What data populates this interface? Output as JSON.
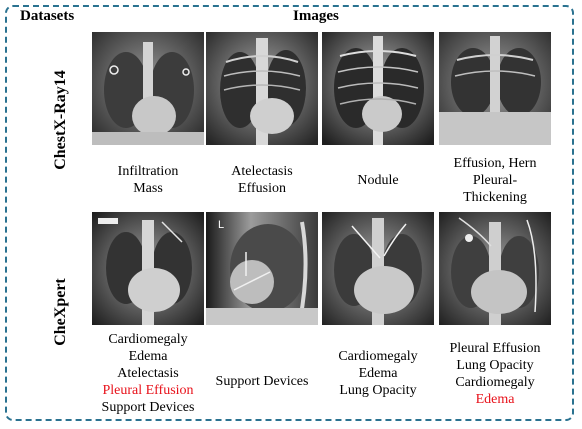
{
  "headers": {
    "datasets": "Datasets",
    "images": "Images"
  },
  "rows": [
    {
      "label": "ChestX-Ray14",
      "cells": [
        {
          "lines": [
            {
              "text": "Infiltration",
              "color": "#000000"
            },
            {
              "text": "Mass",
              "color": "#000000"
            }
          ]
        },
        {
          "lines": [
            {
              "text": "Atelectasis",
              "color": "#000000"
            },
            {
              "text": "Effusion",
              "color": "#000000"
            }
          ]
        },
        {
          "lines": [
            {
              "text": "Nodule",
              "color": "#000000"
            }
          ]
        },
        {
          "lines": [
            {
              "text": "Effusion, Hern",
              "color": "#000000"
            },
            {
              "text": "Pleural-",
              "color": "#000000"
            },
            {
              "text": "Thickening",
              "color": "#000000"
            }
          ]
        }
      ]
    },
    {
      "label": "CheXpert",
      "cells": [
        {
          "lines": [
            {
              "text": "Cardiomegaly",
              "color": "#000000"
            },
            {
              "text": "Edema",
              "color": "#000000"
            },
            {
              "text": "Atelectasis",
              "color": "#000000"
            },
            {
              "text": "Pleural Effusion",
              "color": "#e8121b"
            },
            {
              "text": "Support Devices",
              "color": "#000000"
            }
          ]
        },
        {
          "lines": [
            {
              "text": "Support Devices",
              "color": "#000000"
            }
          ]
        },
        {
          "lines": [
            {
              "text": "Cardiomegaly",
              "color": "#000000"
            },
            {
              "text": "Edema",
              "color": "#000000"
            },
            {
              "text": "Lung Opacity",
              "color": "#000000"
            }
          ]
        },
        {
          "lines": [
            {
              "text": "Pleural Effusion",
              "color": "#000000"
            },
            {
              "text": "Lung Opacity",
              "color": "#000000"
            },
            {
              "text": "Cardiomegaly",
              "color": "#000000"
            },
            {
              "text": "Edema",
              "color": "#e8121b"
            }
          ]
        }
      ]
    }
  ],
  "image_marks": {
    "lateral_marker": "L"
  },
  "colors": {
    "frame_border": "#2a7290",
    "highlight": "#e8121b"
  }
}
